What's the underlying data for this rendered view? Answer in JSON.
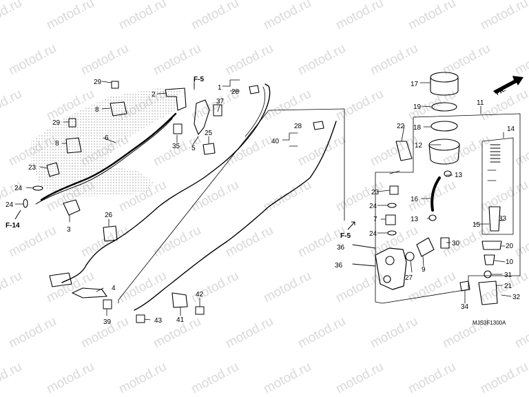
{
  "watermark": "motod.ru",
  "callouts": {
    "c1": "1",
    "c2": "2",
    "c3": "3",
    "c4": "4",
    "c5": "5",
    "c6": "6",
    "c7": "7",
    "c8a": "8",
    "c8b": "8",
    "c9": "9",
    "c10": "10",
    "c11": "11",
    "c12": "12",
    "c13a": "13",
    "c13b": "13",
    "c14": "14",
    "c15": "15",
    "c16": "16",
    "c17": "17",
    "c18": "18",
    "c19": "19",
    "c20": "20",
    "c21": "21",
    "c22": "22",
    "c23a": "23",
    "c23b": "23",
    "c24a": "24",
    "c24b": "24",
    "c24c": "24",
    "c24d": "24",
    "c25": "25",
    "c26": "26",
    "c27": "27",
    "c28a": "28",
    "c28b": "28",
    "c29a": "29",
    "c29b": "29",
    "c30": "30",
    "c31": "31",
    "c32": "32",
    "c33": "33",
    "c34": "34",
    "c35": "35",
    "c36a": "36",
    "c36b": "36",
    "c37": "37",
    "c39": "39",
    "c40": "40",
    "c41": "41",
    "c42": "42",
    "c43": "43"
  },
  "refs": {
    "f5_top": "F-5",
    "f5_right": "F-5",
    "f14": "F-14"
  },
  "front_arrow": "FR.",
  "diagram_code": "MJS3F1300A",
  "colors": {
    "line": "#000000",
    "watermark": "#d9d9d9",
    "shade": "#9a9a9a"
  }
}
